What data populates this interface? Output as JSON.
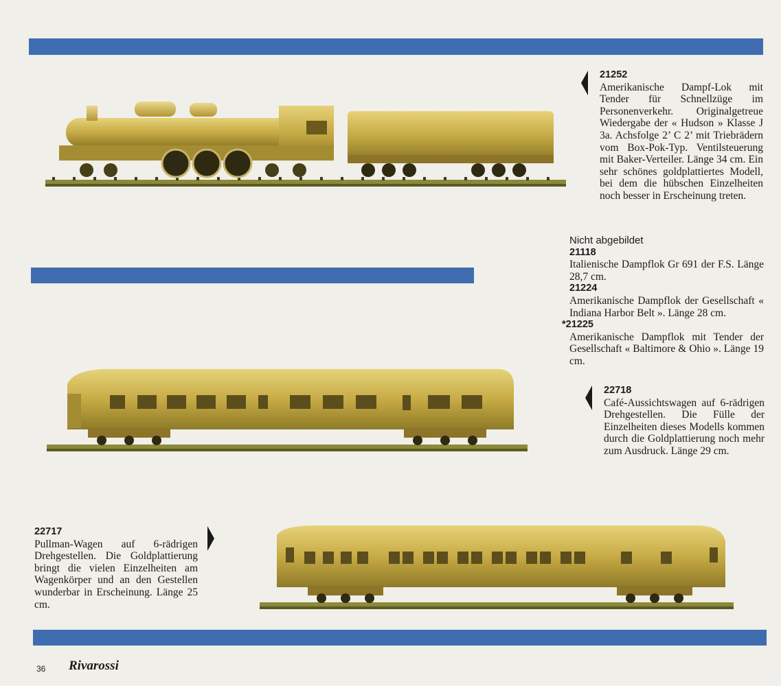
{
  "page_number": "36",
  "brand": "Rivarossi",
  "item_21252": {
    "number": "21252",
    "description": "Amerikanische Dampf-Lok mit Tender für Schnellzüge im Personenverkehr. Originalgetreue Wiedergabe der « Hudson » Klasse J 3a. Achsfolge 2’ C 2’ mit Triebrädern vom Box-Pok-Typ. Ventilsteuerung mit Baker-Verteiler. Länge 34 cm. Ein sehr schönes goldplattiertes Modell, bei dem die hübschen Einzelheiten noch besser in Erscheinung treten."
  },
  "not_shown": {
    "heading": "Nicht abgebildet",
    "items": [
      {
        "number": "21118",
        "description": "Italienische Dampflok Gr 691 der F.S. Länge 28,7 cm."
      },
      {
        "number": "21224",
        "description": "Amerikanische Dampflok der Gesellschaft « Indiana Harbor Belt ». Länge 28 cm."
      },
      {
        "number": "*21225",
        "description": "Amerikanische Dampflok mit Tender der Gesellschaft « Baltimore & Ohio ». Länge 19 cm."
      }
    ]
  },
  "item_22718": {
    "number": "22718",
    "description": "Café-Aussichtswagen auf 6-rädrigen Drehgestellen. Die Fülle der Einzelheiten dieses Modells kommen durch die Goldplattierung noch mehr zum Ausdruck. Länge 29 cm."
  },
  "item_22717": {
    "number": "22717",
    "description": "Pullman-Wagen auf 6-rädrigen Drehgestellen. Die Goldplattierung bringt die vielen Einzelheiten am Wagenkörper und an den Gestellen wunderbar in Erscheinung. Länge 25 cm."
  }
}
